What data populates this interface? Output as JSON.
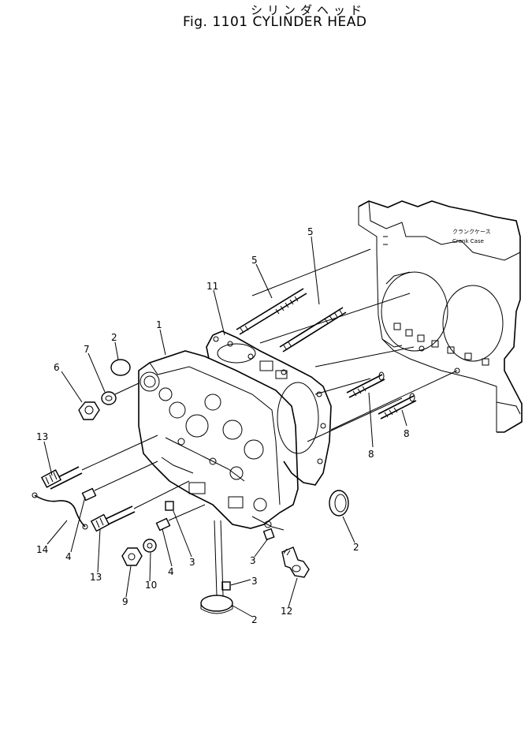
{
  "title": {
    "japanese": "シリンダヘッド",
    "english": "Fig. 1101 CYLINDER HEAD"
  },
  "crank_case": {
    "japanese": "クランクケース",
    "english": "Crank Case"
  },
  "callouts": {
    "c1": "1",
    "c2a": "2",
    "c2b": "2",
    "c2c": "2",
    "c3a": "3",
    "c3b": "3",
    "c3c": "3",
    "c4a": "4",
    "c4b": "4",
    "c5a": "5",
    "c5b": "5",
    "c6": "6",
    "c7": "7",
    "c8a": "8",
    "c8b": "8",
    "c9": "9",
    "c10": "10",
    "c11": "11",
    "c12": "12",
    "c13a": "13",
    "c13b": "13",
    "c14": "14"
  },
  "colors": {
    "line": "#000000",
    "background": "#ffffff"
  }
}
